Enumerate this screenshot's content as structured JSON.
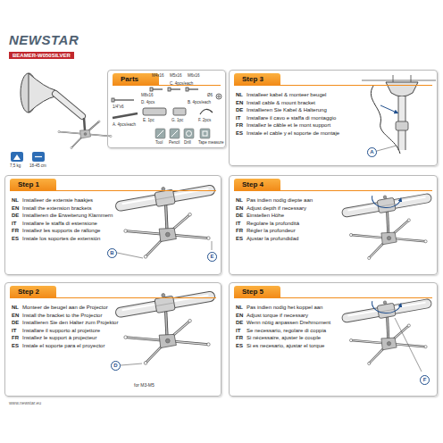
{
  "diagram": {
    "nodes": [
      {
        "text": [
          "Parts"
        ]
      },
      {
        "text": [
          "Step 3",
          "NL",
          "Installeer kabel & monteer beugel",
          "EN",
          "Install cable & mount bracket",
          "DE",
          "Installieren Sie Kabel & Halterung",
          "IT",
          "Installare il cavo e staffa di montaggio",
          "FR",
          "Installez le câble et le mont support",
          "ES",
          "Instale el cable y el soporte de montaje"
        ]
      },
      {
        "text": [
          "Step 1",
          "NL",
          "Installeer de extensie haakjes",
          "EN",
          "Install the extension brackets",
          "DE",
          "Installieren die Erweiterung Klammern",
          "IT",
          "Installare le staffa di estensione",
          "FR",
          "Installez les supports de rallonge",
          "ES",
          "Instale los soportes de extensión"
        ]
      },
      {
        "text": [
          "Step 4",
          "NL",
          "Pas indien nodig diepte aan",
          "EN",
          "Adjust depth if necessary",
          "DE",
          "Einstellen Höhe",
          "IT",
          "Regolare la profondità",
          "FR",
          "Régler la profondeur",
          "ES",
          "Ajustar la profundidad"
        ]
      },
      {
        "text": [
          "Step 2",
          "NL",
          "Monteer de beugel aan de Projector",
          "EN",
          "Install the bracket to the Projector",
          "DE",
          "Installieren Sie den Halter zum Projektor",
          "IT",
          "Installare il supporto al projettore",
          "FR",
          "Installez le support à projecteur",
          "ES",
          "Instale el soporte para el proyector"
        ]
      },
      {
        "text": [
          "Step 5",
          "NL",
          "Pas indien nodig het koppel aan",
          "EN",
          "Adjust torque if necessary",
          "DE",
          "Wenn nötig anpassen Drehmoment",
          "IT",
          "Se necessario, regolare di coppia",
          "FR",
          "Si nécessaire, ajuster le couple",
          "ES",
          "Si es necesario, ajustar el torque"
        ]
      }
    ],
    "labels": [
      "NEWSTAR",
      "BEAMER-W050SILVER",
      "M4x16",
      "M5x16",
      "M6x16",
      "C. 4pcs/each",
      "M8x16",
      "D. 4pcs",
      "Ø6",
      "B. 4pcs/each",
      "1/4\"x6",
      "A. 4pcs/each",
      "E. 1pc",
      "G. 1pc",
      "F. 2pcs",
      "Tool",
      "Pencil",
      "Drill",
      "Tape measure",
      "7,5 kg",
      "18-45 cm",
      "B",
      "E",
      "D",
      "for M3-M5",
      "A",
      "F",
      "www.newstar.eu"
    ]
  }
}
